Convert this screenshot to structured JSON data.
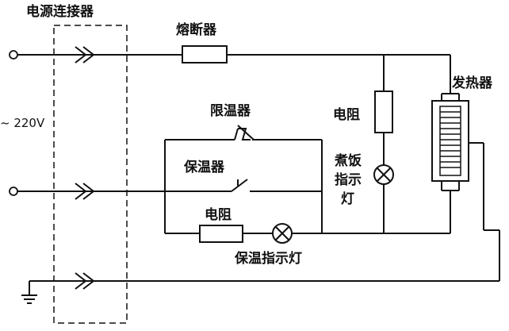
{
  "labels": {
    "connector": "电源连接器",
    "fuse": "熔断器",
    "voltage": "~ 220V",
    "heater": "发热器",
    "resistor_top": "电阻",
    "limiter": "限温器",
    "keep_warm": "保温器",
    "cook_indicator": [
      "煮饭",
      "指示",
      "灯"
    ],
    "resistor_bottom": "电阻",
    "warm_indicator": "保温指示灯"
  }
}
